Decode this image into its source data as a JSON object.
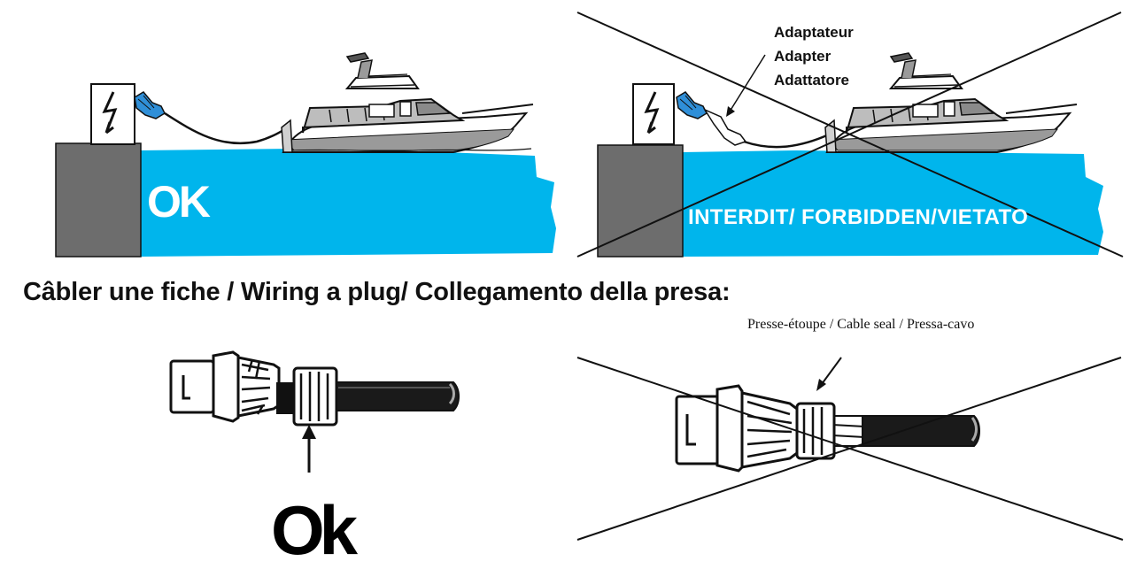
{
  "panels": {
    "top_left": {
      "status_text": "OK"
    },
    "top_right": {
      "status_text": "INTERDIT/ FORBIDDEN/VIETATO",
      "adapter_labels": [
        "Adaptateur",
        "Adapter",
        "Adattatore"
      ]
    }
  },
  "section_heading": "Câbler une fiche / Wiring a plug/ Collegamento della presa:",
  "wiring": {
    "bottom_left": {
      "status_text": "Ok"
    },
    "bottom_right": {
      "seal_label": "Presse-étoupe / Cable seal / Pressa-cavo"
    }
  },
  "colors": {
    "water": "#00b5ec",
    "dock": "#6d6d6d",
    "plug_blue": "#2f8fd8",
    "ink": "#111111"
  },
  "icons": [
    "lightning-bolt-icon",
    "boat-icon",
    "plug-icon",
    "cable-seal-icon",
    "arrow-icon",
    "cross-icon"
  ]
}
